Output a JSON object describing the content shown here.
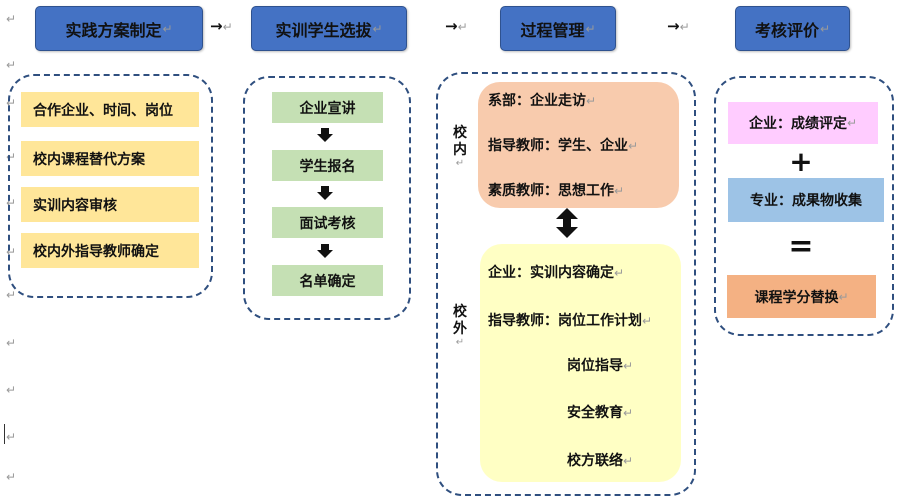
{
  "stages": [
    {
      "label": "实践方案制定"
    },
    {
      "label": "实训学生选拔"
    },
    {
      "label": "过程管理"
    },
    {
      "label": "考核评价"
    }
  ],
  "flow_arrow": "→",
  "return_mark": "↵",
  "plan_items": [
    "合作企业、时间、岗位",
    "校内课程替代方案",
    "实训内容审核",
    "校内外指导教师确定"
  ],
  "selection_steps": [
    "企业宣讲",
    "学生报名",
    "面试考核",
    "名单确定"
  ],
  "process": {
    "inside_label": [
      "校",
      "内"
    ],
    "outside_label": [
      "校",
      "外"
    ],
    "inside_items": [
      "系部：企业走访",
      "指导教师：学生、企业",
      "素质教师：思想工作"
    ],
    "outside_items": [
      "企业：实训内容确定",
      "指导教师：岗位工作计划",
      "岗位指导",
      "安全教育",
      "校方联络"
    ]
  },
  "evaluation": {
    "item1": "企业：成绩评定",
    "op_plus": "+",
    "item2": "专业：成果物收集",
    "op_equals": "=",
    "result": "课程学分替换"
  },
  "colors": {
    "stage_fill": "#4472c4",
    "plan_fill": "#ffe699",
    "selection_fill": "#c5e0b4",
    "inside_fill": "#f8cbad",
    "outside_fill": "#ffffc4",
    "eval_pink": "#ffccff",
    "eval_blue": "#9dc3e6",
    "eval_orange": "#f4b183",
    "dash": "#2f4f7f"
  }
}
